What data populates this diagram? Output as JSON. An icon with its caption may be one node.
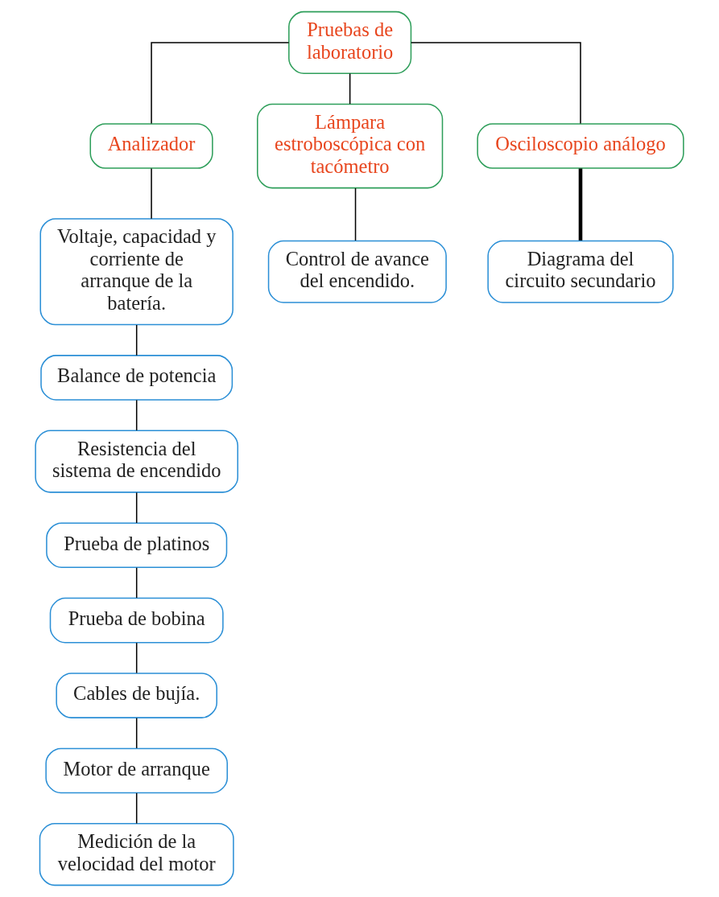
{
  "diagram": {
    "nodes": [
      {
        "text": [
          "Pruebas de laboratorio"
        ]
      },
      {
        "text": [
          "Analizador"
        ]
      },
      {
        "text": [
          "Lámpara estroboscópica con tacómetro"
        ]
      },
      {
        "text": [
          "Osciloscopio análogo"
        ]
      },
      {
        "text": [
          "Voltaje, capacidad y corriente de arranque de la batería."
        ]
      },
      {
        "text": [
          "Balance de potencia"
        ]
      },
      {
        "text": [
          "Resistencia del sistema de encendido"
        ]
      },
      {
        "text": [
          "Prueba de platinos"
        ]
      },
      {
        "text": [
          "Prueba de bobina"
        ]
      },
      {
        "text": [
          "Cables de bujía."
        ]
      },
      {
        "text": [
          "Motor de arranque"
        ]
      },
      {
        "text": [
          "Medición de la velocidad del motor"
        ]
      },
      {
        "text": [
          "Control de avance del encendido."
        ]
      },
      {
        "text": [
          "Diagrama del circuito secundario"
        ]
      }
    ],
    "edges": [
      {
        "from": 0,
        "to": 1,
        "arrow": "none"
      },
      {
        "from": 0,
        "to": 2,
        "arrow": "none"
      },
      {
        "from": 0,
        "to": 3,
        "arrow": "none"
      },
      {
        "from": 1,
        "to": 4,
        "arrow": "none"
      },
      {
        "from": 4,
        "to": 5,
        "arrow": "none"
      },
      {
        "from": 5,
        "to": 6,
        "arrow": "none"
      },
      {
        "from": 6,
        "to": 7,
        "arrow": "none"
      },
      {
        "from": 7,
        "to": 8,
        "arrow": "none"
      },
      {
        "from": 8,
        "to": 9,
        "arrow": "none"
      },
      {
        "from": 9,
        "to": 10,
        "arrow": "none"
      },
      {
        "from": 10,
        "to": 11,
        "arrow": "none"
      },
      {
        "from": 2,
        "to": 12,
        "arrow": "none"
      },
      {
        "from": 3,
        "to": 13,
        "arrow": "none",
        "style": "thick"
      }
    ]
  }
}
